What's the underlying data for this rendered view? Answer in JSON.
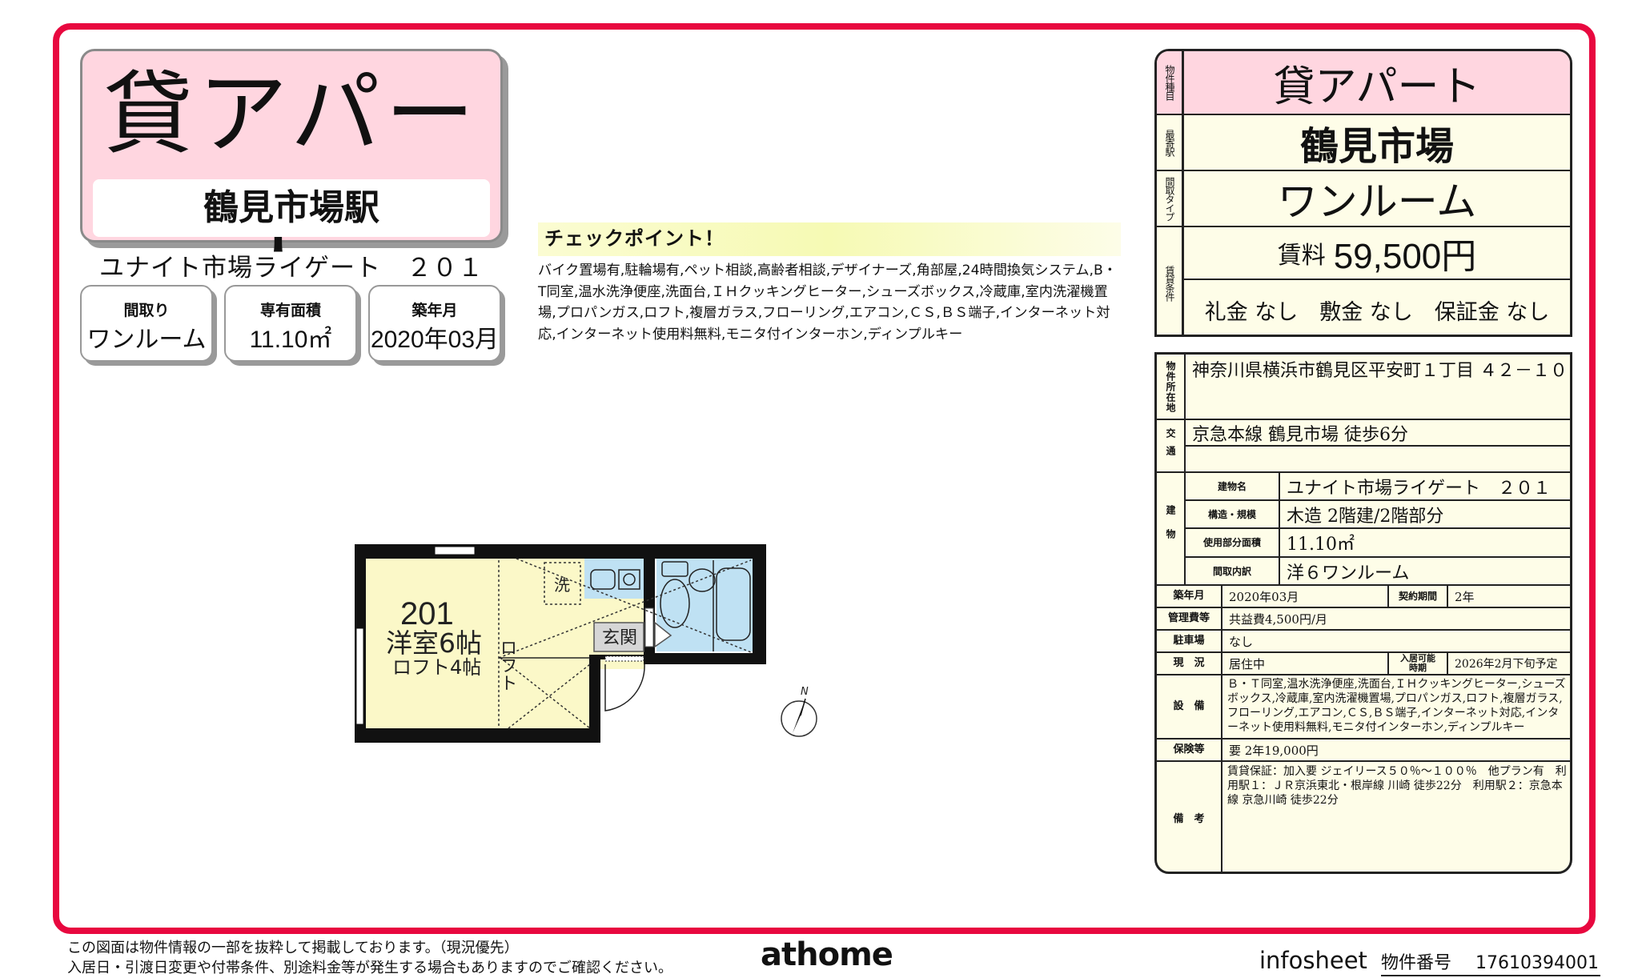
{
  "hero": {
    "type": "貸アパート",
    "station": "鶴見市場駅",
    "building_name": "ユナイト市場ライゲート　２０１",
    "cards": [
      {
        "label": "間取り",
        "value": "ワンルーム"
      },
      {
        "label": "専有面積",
        "value": "11.10㎡"
      },
      {
        "label": "築年月",
        "value": "2020年03月"
      }
    ]
  },
  "checkpoint": {
    "title": "チェックポイント！",
    "body": "バイク置場有,駐輪場有,ペット相談,高齢者相談,デザイナーズ,角部屋,24時間換気システム,B・T同室,温水洗浄便座,洗面台,ＩＨクッキングヒーター,シューズボックス,冷蔵庫,室内洗濯機置場,プロパンガス,ロフト,複層ガラス,フローリング,エアコン,ＣＳ,ＢＳ端子,インターネット対応,インターネット使用料無料,モニタ付インターホン,ディンプルキー"
  },
  "floorplan": {
    "room_no": "201",
    "room_type": "洋室6帖",
    "loft": "ロフト4帖",
    "loft_vertical": "ロフト",
    "laundry": "洗",
    "entrance": "玄関",
    "north": "N"
  },
  "summary": {
    "rows": [
      {
        "label": "物件種目",
        "value": "貸アパート"
      },
      {
        "label": "最寄駅",
        "value": "鶴見市場"
      },
      {
        "label": "間取タイプ",
        "value": "ワンルーム"
      },
      {
        "label": "賃貸条件",
        "rent_label": "賃料",
        "rent_value": "59,500円",
        "conditions": "礼金 なし　敷金 なし　保証金 なし"
      }
    ]
  },
  "detail": {
    "address_label": "物件所在地",
    "address": "神奈川県横浜市鶴見区平安町１丁目 ４２－１０",
    "transport_label": "交通",
    "transport": [
      "京急本線 鶴見市場 徒歩6分",
      ""
    ],
    "building_label": "建物",
    "building": [
      {
        "label": "建物名",
        "value": "ユナイト市場ライゲート　２０１"
      },
      {
        "label": "構造・規模",
        "value": "木造 2階建/2階部分"
      },
      {
        "label": "使用部分面積",
        "value": "11.10㎡"
      },
      {
        "label": "間取内訳",
        "value": "洋６ワンルーム"
      }
    ],
    "built_label": "築年月",
    "built": "2020年03月",
    "contract_label": "契約期間",
    "contract": "2年",
    "mgmt_label": "管理費等",
    "mgmt": "共益費4,500円/月",
    "parking_label": "駐車場",
    "parking": "なし",
    "status_label": "現　況",
    "status": "居住中",
    "movein_label": "入居可能時期",
    "movein": "2026年2月下旬予定",
    "equipment_label": "設　備",
    "equipment": "Ｂ・Ｔ同室,温水洗浄便座,洗面台,ＩＨクッキングヒーター,シューズボックス,冷蔵庫,室内洗濯機置場,プロパンガス,ロフト,複層ガラス,フローリング,エアコン,ＣＳ,ＢＳ端子,インターネット対応,インターネット使用料無料,モニタ付インターホン,ディンプルキー",
    "insurance_label": "保険等",
    "insurance": "要 2年19,000円",
    "remarks_label": "備　考",
    "remarks": "賃貸保証：加入要 ジェイリース５０％～１００％　他プラン有　利用駅１：ＪＲ京浜東北・根岸線 川崎 徒歩22分　利用駅２：京急本線 京急川崎 徒歩22分"
  },
  "footer": {
    "note_line1": "この図面は物件情報の一部を抜粋して掲載しております。（現況優先）",
    "note_line2": "入居日・引渡日変更や付帯条件、別途料金等が発生する場合もありますのでご確認ください。",
    "logo": "athome",
    "infosheet": "infosheet",
    "property_no_label": "物件番号",
    "property_no": "17610394001"
  },
  "colors": {
    "frame": "#e8083f",
    "pink": "#ffd6e0",
    "cream": "#fefde8",
    "room_yellow": "#fbf8c8",
    "wet_blue": "#bfe1f3"
  }
}
